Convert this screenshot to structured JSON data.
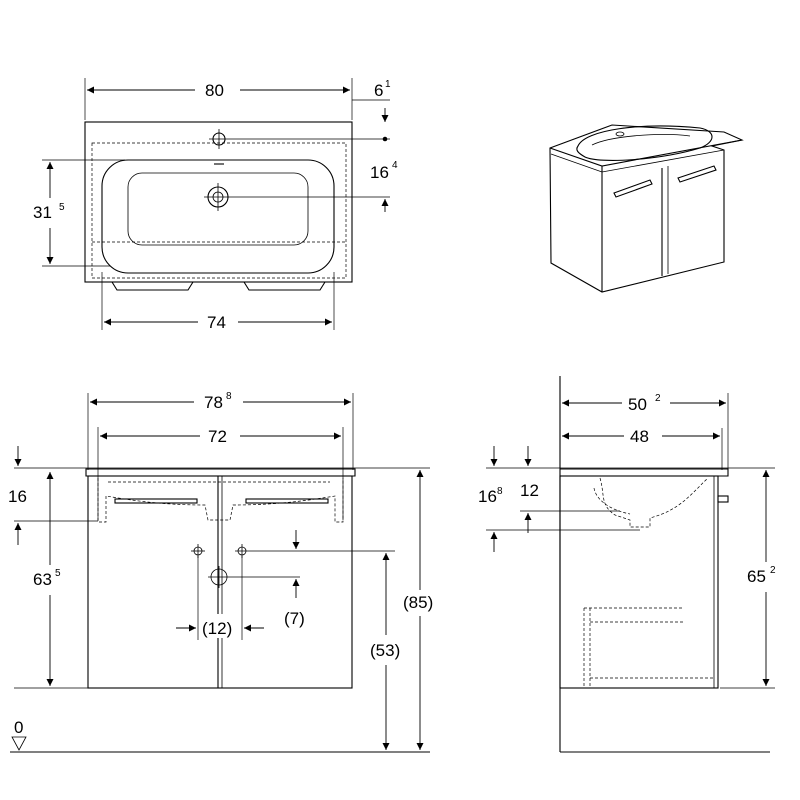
{
  "top_view": {
    "width_overall": "80",
    "width_inner": "74",
    "depth_basin": "31",
    "depth_basin_sup": "5",
    "tap_offset": "6",
    "tap_offset_sup": "1",
    "tap_to_drain": "16",
    "tap_to_drain_sup": "4"
  },
  "front_view": {
    "width_overall": "78",
    "width_overall_sup": "8",
    "width_inner": "72",
    "basin_depth": "16",
    "cabinet_height": "63",
    "cabinet_height_sup": "5",
    "drain_spacing": "(12)",
    "drain_offset": "(7)",
    "drain_height": "(53)",
    "total_height": "(85)",
    "floor_level": "0"
  },
  "side_view": {
    "depth_overall": "50",
    "depth_overall_sup": "2",
    "depth_inner": "48",
    "basin_depth": "16",
    "basin_depth_sup": "8",
    "basin_inner": "12",
    "cabinet_height": "65",
    "cabinet_height_sup": "2"
  }
}
